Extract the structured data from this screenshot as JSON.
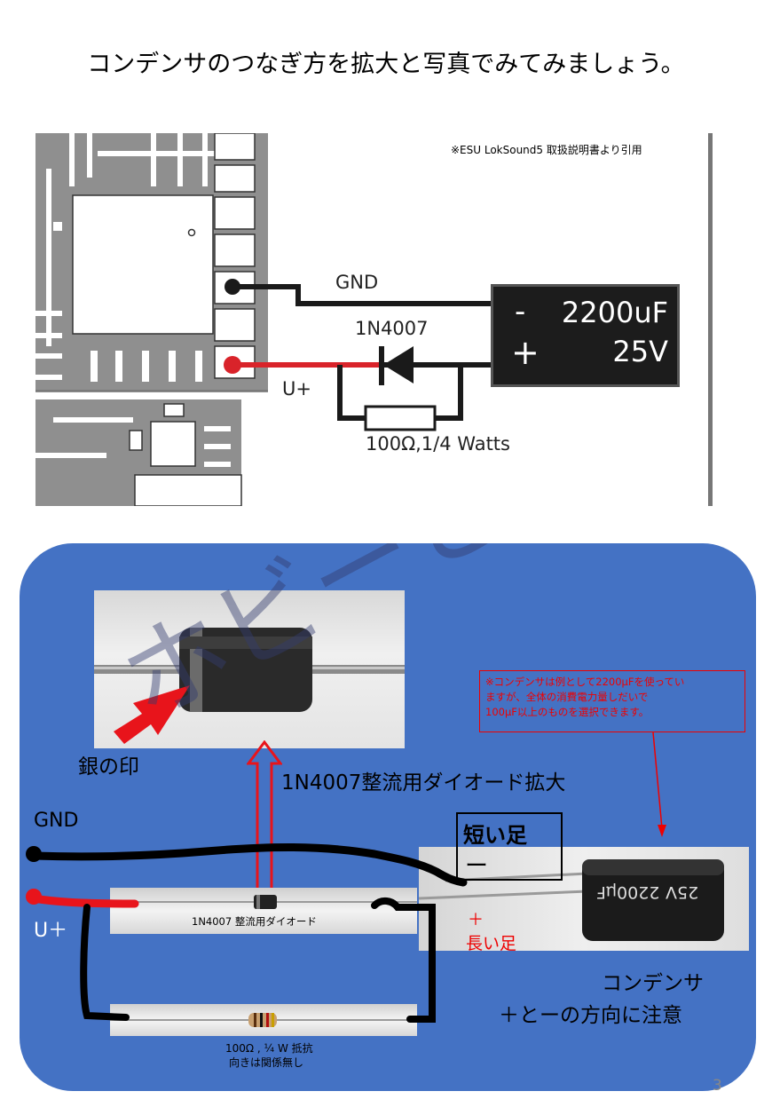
{
  "title": "コンデンサのつなぎ方を拡大と写真でみてみましょう。",
  "schematic": {
    "citation": "※ESU LokSound5 取扱説明書より引用",
    "gnd_label": "GND",
    "diode_label": "1N4007",
    "u_plus_label": "U+",
    "resistor_label": "100Ω,1/4 Watts",
    "capacitor": {
      "minus": "-",
      "plus": "+",
      "value": "2200uF",
      "voltage": "25V"
    },
    "colors": {
      "gnd_wire": "#1a1a1a",
      "u_wire": "#d9232a",
      "capacitor_body": "#1c1c1c"
    }
  },
  "photo": {
    "silver_mark_label": "銀の印",
    "diode_zoom_label": "1N4007整流用ダイオード拡大",
    "gnd_label": "GND",
    "u_plus_label": "U＋",
    "diode_strip_label": "1N4007 整流用ダイオード",
    "resistor_label_line1": "100Ω , ¼ W 抵抗",
    "resistor_label_line2": "向きは関係無し",
    "short_leg_label": "短い足",
    "short_leg_sign": "ー",
    "long_leg_sign": "＋",
    "long_leg_label": "長い足",
    "capacitor_label_line1": "コンデンサ",
    "capacitor_label_line2": "＋とーの方向に注意",
    "note_line1": "※コンデンサは例として2200μFを使ってい",
    "note_line2": "ますが、全体の消費電力量しだいで",
    "note_line3": "100μF以上のものを選択できます。",
    "watermark": "ホビーと用品のEmy",
    "cap_print_value": "2200μF",
    "cap_print_voltage": "25V",
    "colors": {
      "panel": "#4472c4",
      "arrow_red": "#e8141b",
      "note_red": "#e00000"
    }
  },
  "page_number": "3"
}
